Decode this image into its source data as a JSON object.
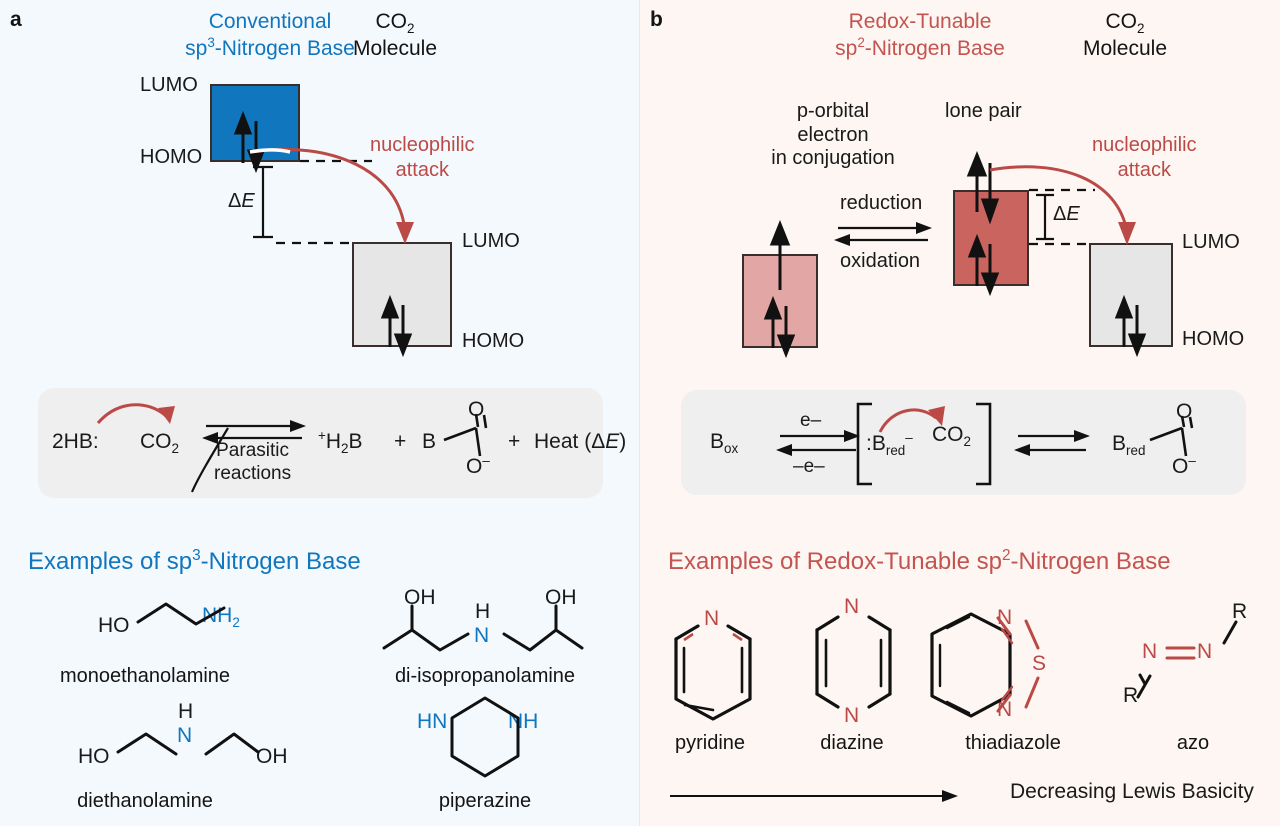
{
  "figure": {
    "panels": [
      {
        "letter": "a",
        "accent_color": "#1076be",
        "background": "#f4f9fd",
        "header": {
          "base_title_line1": "Conventional",
          "base_title_line2_pre": "sp",
          "base_title_line2_sup": "3",
          "base_title_line2_post": "-Nitrogen Base",
          "co2_line1_pre": "CO",
          "co2_line1_sub": "2",
          "co2_line2": "Molecule"
        },
        "diagram": {
          "base_lumo_label": "LUMO",
          "base_homo_label": "HOMO",
          "co2_lumo_label": "LUMO",
          "co2_homo_label": "HOMO",
          "gap_label_delta": "Δ",
          "gap_label_e": "E",
          "arrow_label_line1": "nucleophilic",
          "arrow_label_line2": "attack",
          "base_box_color": "#1076be",
          "co2_box_color": "#e6e6e6",
          "arrow_color": "#bb4a47"
        },
        "reaction": {
          "reactant_base": "2HB:",
          "reactant_co2_pre": "CO",
          "reactant_co2_sub": "2",
          "side_label_line1": "Parasitic",
          "side_label_line2": "reactions",
          "product1_plus_charge": "+",
          "product1_pre": "H",
          "product1_sub": "2",
          "product1_post": "B",
          "plus_1": "+",
          "carbamate_b": "B",
          "carbamate_o_top": "O",
          "carbamate_o_bottom": "O",
          "carbamate_o_charge": "–",
          "plus_2": "+",
          "heat_label_pre": "Heat (",
          "heat_label_delta": "Δ",
          "heat_label_e": "E",
          "heat_label_post": ")"
        },
        "examples": {
          "title_pre": "Examples of sp",
          "title_sup": "3",
          "title_post": "-Nitrogen Base",
          "molecules": [
            {
              "name": "monoethanolamine",
              "atom_labels": [
                "HO",
                "NH",
                "2"
              ]
            },
            {
              "name": "di-isopropanolamine",
              "atom_labels": [
                "OH",
                "H",
                "N",
                "OH"
              ]
            },
            {
              "name": "diethanolamine",
              "atom_labels": [
                "HO",
                "H",
                "N",
                "OH"
              ]
            },
            {
              "name": "piperazine",
              "atom_labels": [
                "HN",
                "NH"
              ]
            }
          ]
        }
      },
      {
        "letter": "b",
        "accent_color": "#c4544f",
        "background": "#fdf6f2",
        "header": {
          "base_title_line1": "Redox-Tunable",
          "base_title_line2_pre": "sp",
          "base_title_line2_sup": "2",
          "base_title_line2_post": "-Nitrogen Base",
          "co2_line1_pre": "CO",
          "co2_line1_sub": "2",
          "co2_line2": "Molecule"
        },
        "diagram": {
          "left_label_line1": "p-orbital",
          "left_label_line2": "electron",
          "left_label_line3": "in conjugation",
          "mid_label": "lone pair",
          "equil_top": "reduction",
          "equil_bottom": "oxidation",
          "gap_label_delta": "Δ",
          "gap_label_e": "E",
          "co2_lumo_label": "LUMO",
          "co2_homo_label": "HOMO",
          "arrow_label_line1": "nucleophilic",
          "arrow_label_line2": "attack",
          "ox_box_color": "#e2a6a4",
          "red_box_color": "#c9645e",
          "co2_box_color": "#e6e6e6",
          "arrow_color": "#bb4a47"
        },
        "reaction": {
          "b_ox_pre": "B",
          "b_ox_sub": "ox",
          "electron_add": "e–",
          "electron_remove": "–e–",
          "bracket_base_colon": ":",
          "bracket_base_pre": "B",
          "bracket_base_sub": "red",
          "bracket_base_sup": "–",
          "bracket_co2_pre": "CO",
          "bracket_co2_sub": "2",
          "product_b_pre": "B",
          "product_b_sub": "red",
          "carbamate_o_top": "O",
          "carbamate_o_bottom": "O",
          "carbamate_o_charge": "–"
        },
        "examples": {
          "title_pre": "Examples of Redox-Tunable sp",
          "title_sup": "2",
          "title_post": "-Nitrogen Base",
          "molecules": [
            {
              "name": "pyridine",
              "atom_labels": [
                "N"
              ]
            },
            {
              "name": "diazine",
              "atom_labels": [
                "N",
                "N"
              ]
            },
            {
              "name": "thiadiazole",
              "atom_labels": [
                "N",
                "S",
                "N"
              ]
            },
            {
              "name": "azo",
              "atom_labels": [
                "N",
                "N",
                "R",
                "R"
              ]
            }
          ],
          "trend_label": "Decreasing Lewis Basicity"
        }
      }
    ]
  }
}
